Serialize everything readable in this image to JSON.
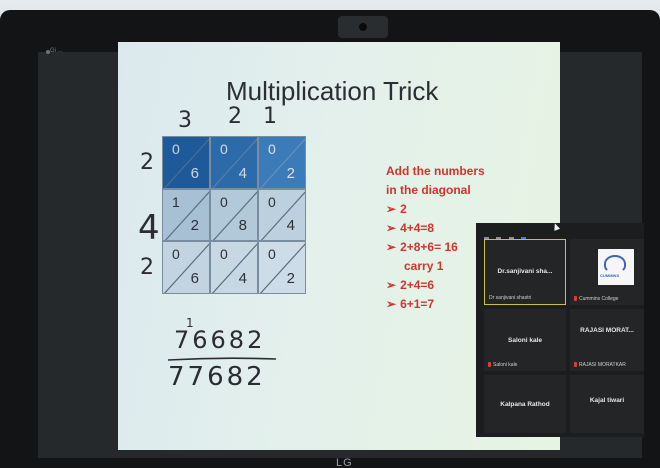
{
  "meeting": {
    "app_label": "Gi ... "
  },
  "slide": {
    "title": "Multiplication Trick",
    "top_digits": [
      "3",
      "2",
      "1"
    ],
    "left_digits": [
      "2",
      "4",
      "2"
    ],
    "grid": [
      [
        {
          "top": "0",
          "bottom": "6"
        },
        {
          "top": "0",
          "bottom": "4"
        },
        {
          "top": "0",
          "bottom": "2"
        }
      ],
      [
        {
          "top": "1",
          "bottom": "2"
        },
        {
          "top": "0",
          "bottom": "8"
        },
        {
          "top": "0",
          "bottom": "4"
        }
      ],
      [
        {
          "top": "0",
          "bottom": "6"
        },
        {
          "top": "0",
          "bottom": "4"
        },
        {
          "top": "0",
          "bottom": "2"
        }
      ]
    ],
    "carry_mark": "1",
    "sum_line": "76682",
    "result_line": "77682",
    "steps_heading": "Add the numbers\nin the diagonal",
    "steps": [
      "2",
      "4+4=8",
      "2+8+6= 16",
      "carry 1",
      "2+4=6",
      "6+1=7"
    ],
    "step_has_arrow": [
      true,
      true,
      true,
      false,
      true,
      true
    ]
  },
  "participants": {
    "active_tile": {
      "name": "Dr.sanjivani sha...",
      "sub": "Dr sanjivani shastri"
    },
    "logo_tile": {
      "sub": "Cummins College",
      "logo_text": "CUMMINS"
    },
    "tiles": [
      {
        "name": "Saloni kale",
        "sub": "Saloni kale"
      },
      {
        "name": "RAJASI MORAT...",
        "sub": "RAJASI MORATKAR"
      },
      {
        "name": "Kalpana Rathod",
        "sub": ""
      },
      {
        "name": "Kajal tiwari",
        "sub": ""
      }
    ]
  },
  "monitor": {
    "brand": "LG"
  }
}
